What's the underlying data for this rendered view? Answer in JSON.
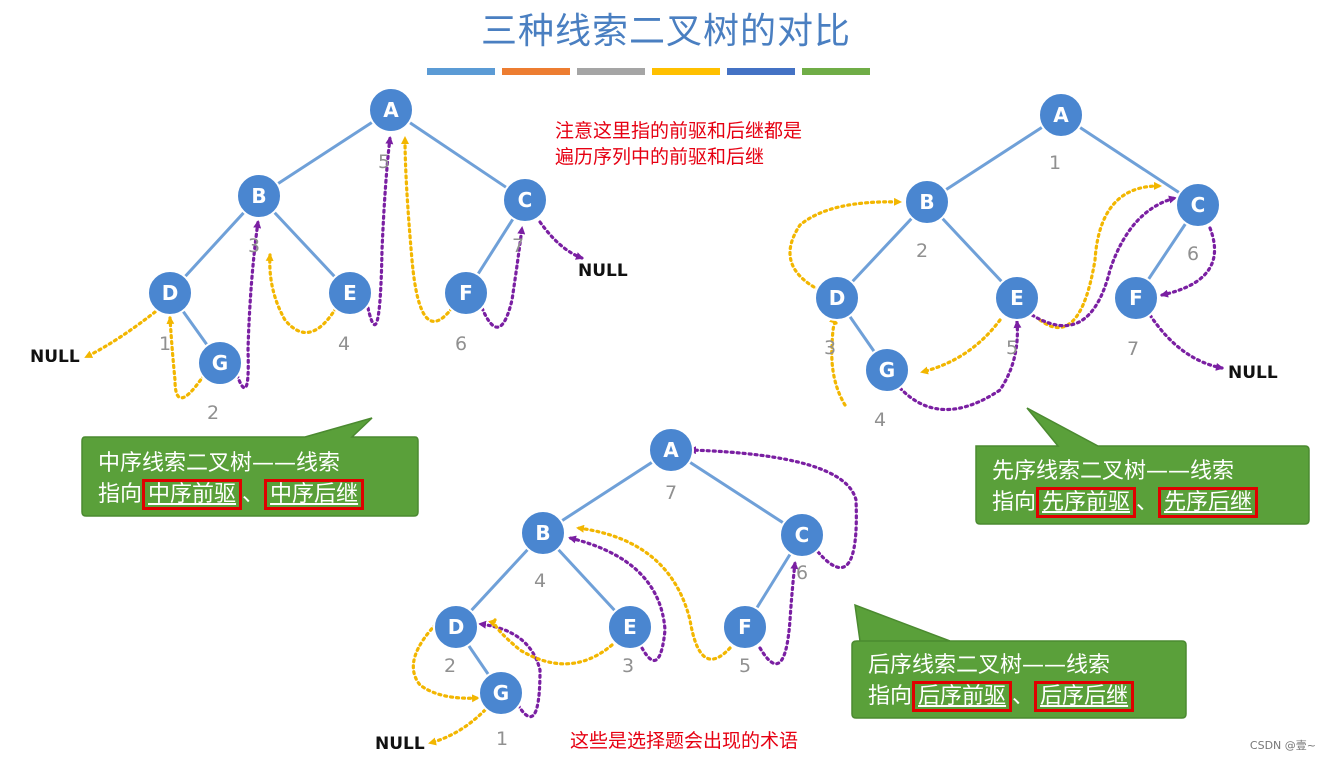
{
  "title": "三种线索二叉树的对比",
  "title_bar_colors": [
    "#5b9bd5",
    "#ed7d31",
    "#a5a5a5",
    "#ffc000",
    "#4472c4",
    "#70ad47"
  ],
  "notes": {
    "top_line1": "注意这里指的前驱和后继都是",
    "top_line2": "遍历序列中的前驱和后继",
    "bottom": "这些是选择题会出现的术语"
  },
  "null_label": "NULL",
  "callouts": {
    "inorder": {
      "line1": "中序线索二叉树——线索",
      "prefix": "指向",
      "pred": "中序前驱",
      "sep": "、",
      "succ": "中序后继"
    },
    "preorder": {
      "line1": "先序线索二叉树——线索",
      "prefix": "指向",
      "pred": "先序前驱",
      "sep": "、",
      "succ": "先序后继"
    },
    "postorder": {
      "line1": "后序线索二叉树——线索",
      "prefix": "指向",
      "pred": "后序前驱",
      "sep": "、",
      "succ": "后序后继"
    }
  },
  "trees": {
    "inorder": {
      "labels": {
        "A": "A",
        "B": "B",
        "C": "C",
        "D": "D",
        "E": "E",
        "F": "F",
        "G": "G"
      },
      "order": {
        "A": "5",
        "B": "3",
        "C": "7",
        "D": "1",
        "E": "4",
        "F": "6",
        "G": "2"
      }
    },
    "preorder": {
      "labels": {
        "A": "A",
        "B": "B",
        "C": "C",
        "D": "D",
        "E": "E",
        "F": "F",
        "G": "G"
      },
      "order": {
        "A": "1",
        "B": "2",
        "C": "6",
        "D": "3",
        "E": "5",
        "F": "7",
        "G": "4"
      }
    },
    "postorder": {
      "labels": {
        "A": "A",
        "B": "B",
        "C": "C",
        "D": "D",
        "E": "E",
        "F": "F",
        "G": "G"
      },
      "order": {
        "A": "7",
        "B": "4",
        "C": "6",
        "D": "2",
        "E": "3",
        "F": "5",
        "G": "1"
      }
    }
  },
  "colors": {
    "node": "#4a86d0",
    "edge": "#6fa0d8",
    "pred_thread": "#f2b600",
    "succ_thread": "#7a1fa2",
    "callout": "#5aa03a",
    "highlight": "#e00000",
    "note": "#e60012"
  },
  "watermark": "CSDN @壹~"
}
